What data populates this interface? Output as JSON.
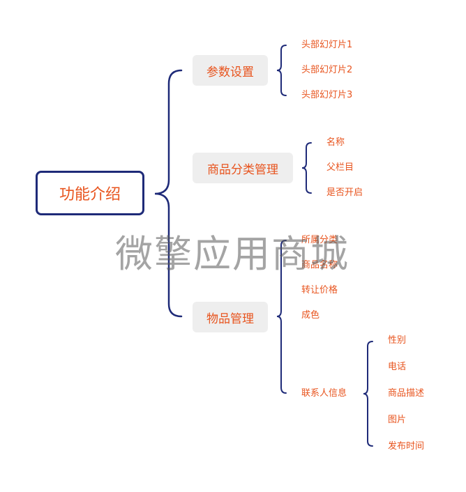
{
  "root": {
    "label": "功能介绍"
  },
  "categories": [
    {
      "label": "参数设置",
      "children": [
        "头部幻灯片1",
        "头部幻灯片2",
        "头部幻灯片3"
      ]
    },
    {
      "label": "商品分类管理",
      "children": [
        "名称",
        "父栏目",
        "是否开启"
      ]
    },
    {
      "label": "物品管理",
      "children": [
        "所属分类",
        "商品名称",
        "转让价格",
        "成色",
        "联系人信息"
      ],
      "sub": {
        "label": "联系人信息",
        "children": [
          "性别",
          "电话",
          "商品描述",
          "图片",
          "发布时间"
        ]
      }
    }
  ],
  "watermark": "微擎应用商城",
  "colors": {
    "line": "#1e2a78",
    "text": "#e8541e",
    "node_bg": "#eeeeee"
  }
}
